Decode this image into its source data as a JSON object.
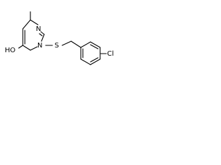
{
  "molecule": {
    "atoms": {
      "hydroxyl": "HO",
      "ring_nitrogen_top": "N",
      "ring_nitrogen_bottom": "N",
      "sulfur": "S",
      "chlorine": "Cl"
    }
  }
}
